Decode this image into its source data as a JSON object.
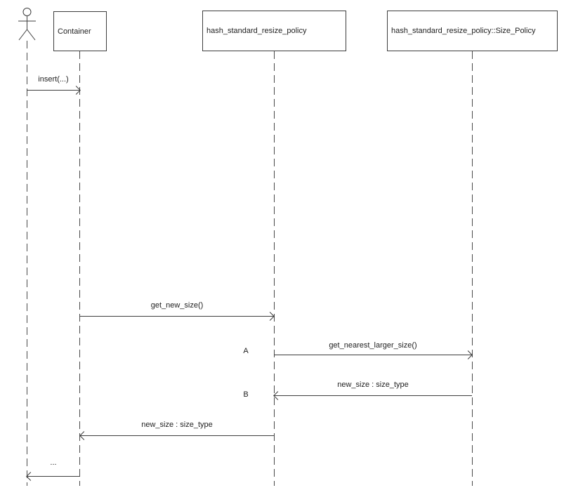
{
  "diagram": {
    "background_color": "#ffffff",
    "line_color": "#3d3d3d",
    "actor": {
      "icon": "actor-stick-figure"
    },
    "participants": [
      {
        "label": "Container"
      },
      {
        "label": "hash_standard_resize_policy"
      },
      {
        "label": "hash_standard_resize_policy::Size_Policy"
      }
    ],
    "messages": [
      {
        "label": "insert(...)",
        "from": "actor",
        "to": "Container"
      },
      {
        "label": "get_new_size()",
        "from": "Container",
        "to": "hash_standard_resize_policy"
      },
      {
        "label": "get_nearest_larger_size()",
        "marker": "A",
        "from": "hash_standard_resize_policy",
        "to": "hash_standard_resize_policy::Size_Policy"
      },
      {
        "label": "new_size : size_type",
        "marker": "B",
        "from": "hash_standard_resize_policy::Size_Policy",
        "to": "hash_standard_resize_policy"
      },
      {
        "label": "new_size : size_type",
        "from": "hash_standard_resize_policy",
        "to": "Container"
      },
      {
        "label": "...",
        "from": "Container",
        "to": "actor"
      }
    ]
  }
}
